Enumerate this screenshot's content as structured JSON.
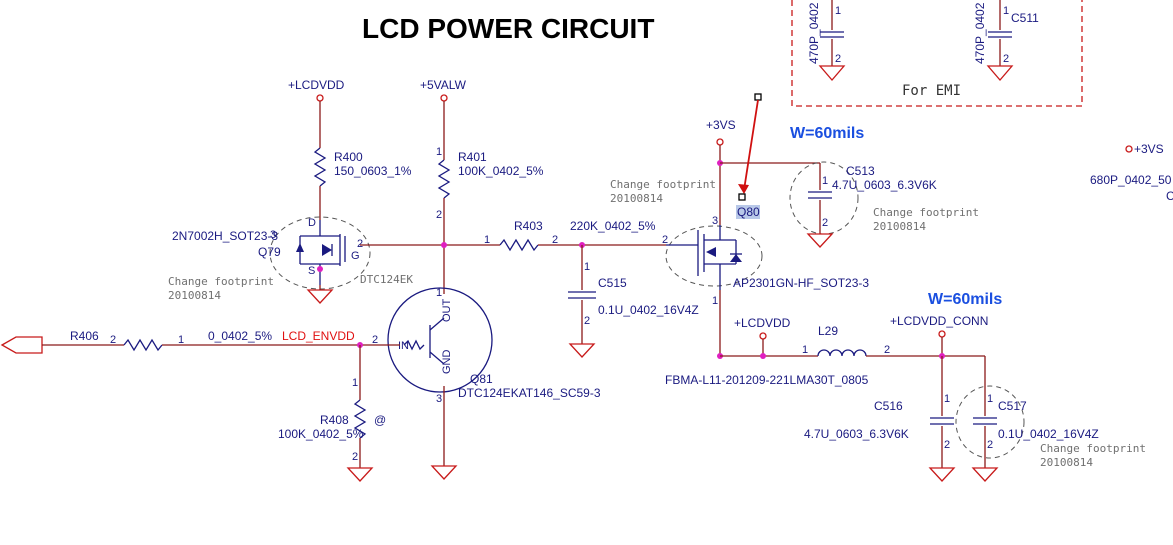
{
  "title": "LCD POWER CIRCUIT",
  "emi_label": "For EMI",
  "width_notes": [
    "W=60mils",
    "W=60mils"
  ],
  "rails": {
    "lcdvdd_top": "+LCDVDD",
    "valw": "+5VALW",
    "vs3": "+3VS",
    "vs3_right": "+3VS",
    "lcdvdd_mid": "+LCDVDD",
    "lcdvdd_conn": "+LCDVDD_CONN"
  },
  "components": {
    "r400": {
      "ref": "R400",
      "value": "150_0603_1%"
    },
    "r401": {
      "ref": "R401",
      "value": "100K_0402_5%"
    },
    "r403": {
      "ref": "R403",
      "value": "220K_0402_5%"
    },
    "r406": {
      "ref": "R406",
      "value": "0_0402_5%"
    },
    "r408": {
      "ref": "R408",
      "value": "100K_0402_5%"
    },
    "q79": {
      "ref": "Q79",
      "part": "2N7002H_SOT23-3",
      "alt": "DTC124EK"
    },
    "q80": {
      "ref": "Q80",
      "part": "AP2301GN-HF_SOT23-3"
    },
    "q81": {
      "ref": "Q81",
      "part": "DTC124EKAT146_SC59-3"
    },
    "c515": {
      "ref": "C515",
      "value": "0.1U_0402_16V4Z"
    },
    "c513": {
      "ref": "C513",
      "value": "4.7U_0603_6.3V6K"
    },
    "c516": {
      "ref": "C516",
      "value": "4.7U_0603_6.3V6K"
    },
    "c517": {
      "ref": "C517",
      "value": "0.1U_0402_16V4Z"
    },
    "c511": {
      "ref": "C511"
    },
    "emi_cap_a": {
      "value": "470P_0402"
    },
    "emi_cap_b": {
      "value": "470P_0402"
    },
    "right_cap": {
      "value": "680P_0402_50"
    },
    "right_c": {
      "value": "C"
    },
    "l29": {
      "ref": "L29",
      "part": "FBMA-L11-201209-221LMA30T_0805"
    }
  },
  "net_labels": {
    "enable": "LCD_ENVDD"
  },
  "footprint_notes": [
    {
      "line1": "Change footprint",
      "line2": "20100814"
    },
    {
      "line1": "Change footprint",
      "line2": "20100814"
    },
    {
      "line1": "Change footprint",
      "line2": "20100814"
    },
    {
      "line1": "Change footprint",
      "line2": "20100814"
    }
  ],
  "misc": {
    "at_mark": "@",
    "pin_d": "D",
    "pin_s": "S",
    "pin_g": "G",
    "pin_in": "IN",
    "pin_out": "OUT",
    "pin_gnd": "GND"
  },
  "pins": {
    "p1": "1",
    "p2": "2",
    "p3": "3"
  },
  "colors": {
    "wire": "#8b1a1a",
    "component": "#1a1a80",
    "junction": "#e020c0",
    "gnd": "#c81a1a",
    "highlight": "#1a4fe0"
  }
}
